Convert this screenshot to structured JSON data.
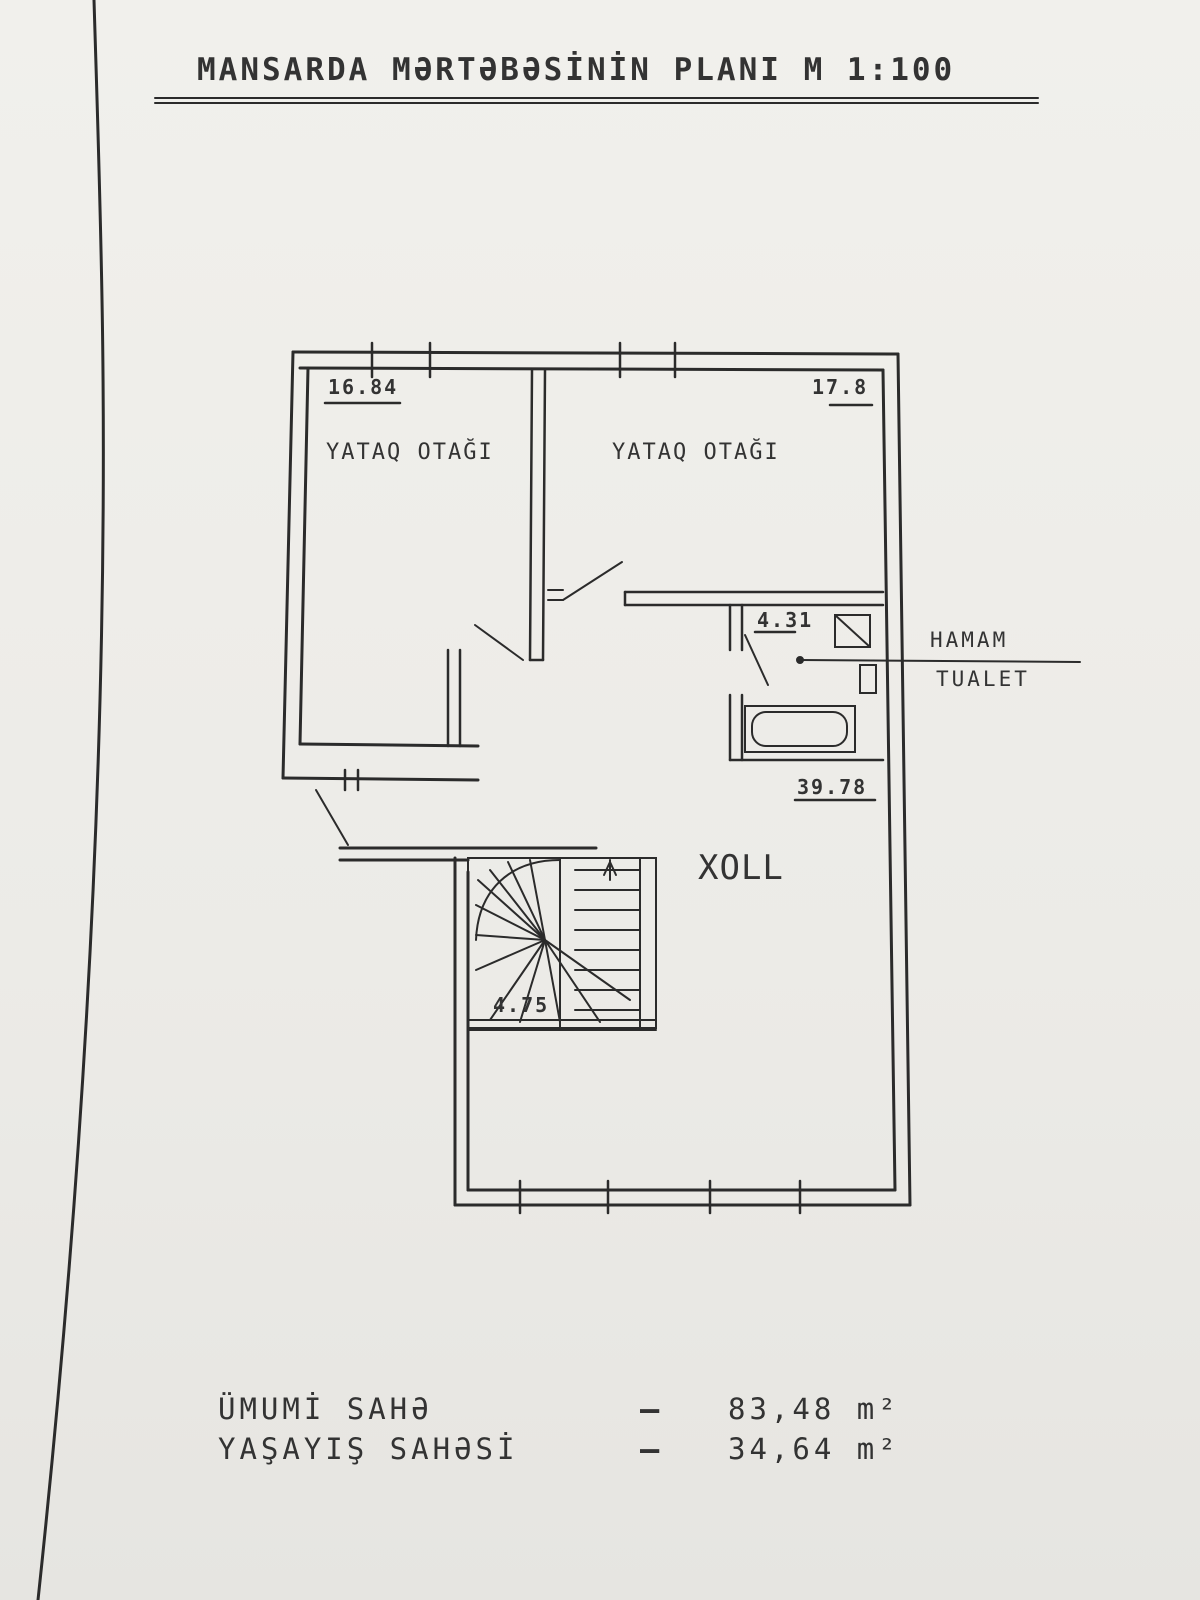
{
  "title": "MANSARDA MƏRTƏBƏSİNİN PLANI M 1:100",
  "rooms": {
    "bedroom_left": {
      "area": "16.84",
      "label": "YATAQ OTAĞI"
    },
    "bedroom_right": {
      "area": "17.8",
      "label": "YATAQ OTAĞI"
    },
    "bathroom": {
      "area": "4.31",
      "label_line1": "HAMAM",
      "label_line2": "TUALET"
    },
    "hall": {
      "area": "39.78",
      "label": "XOLL"
    },
    "stairs": {
      "area": "4.75"
    }
  },
  "summary": {
    "total_label": "ÜMUMİ SAHƏ",
    "total_value": "83,48 m²",
    "living_label": "YAŞAYIŞ SAHƏSİ",
    "living_value": "34,64 m²",
    "separator": "–"
  }
}
